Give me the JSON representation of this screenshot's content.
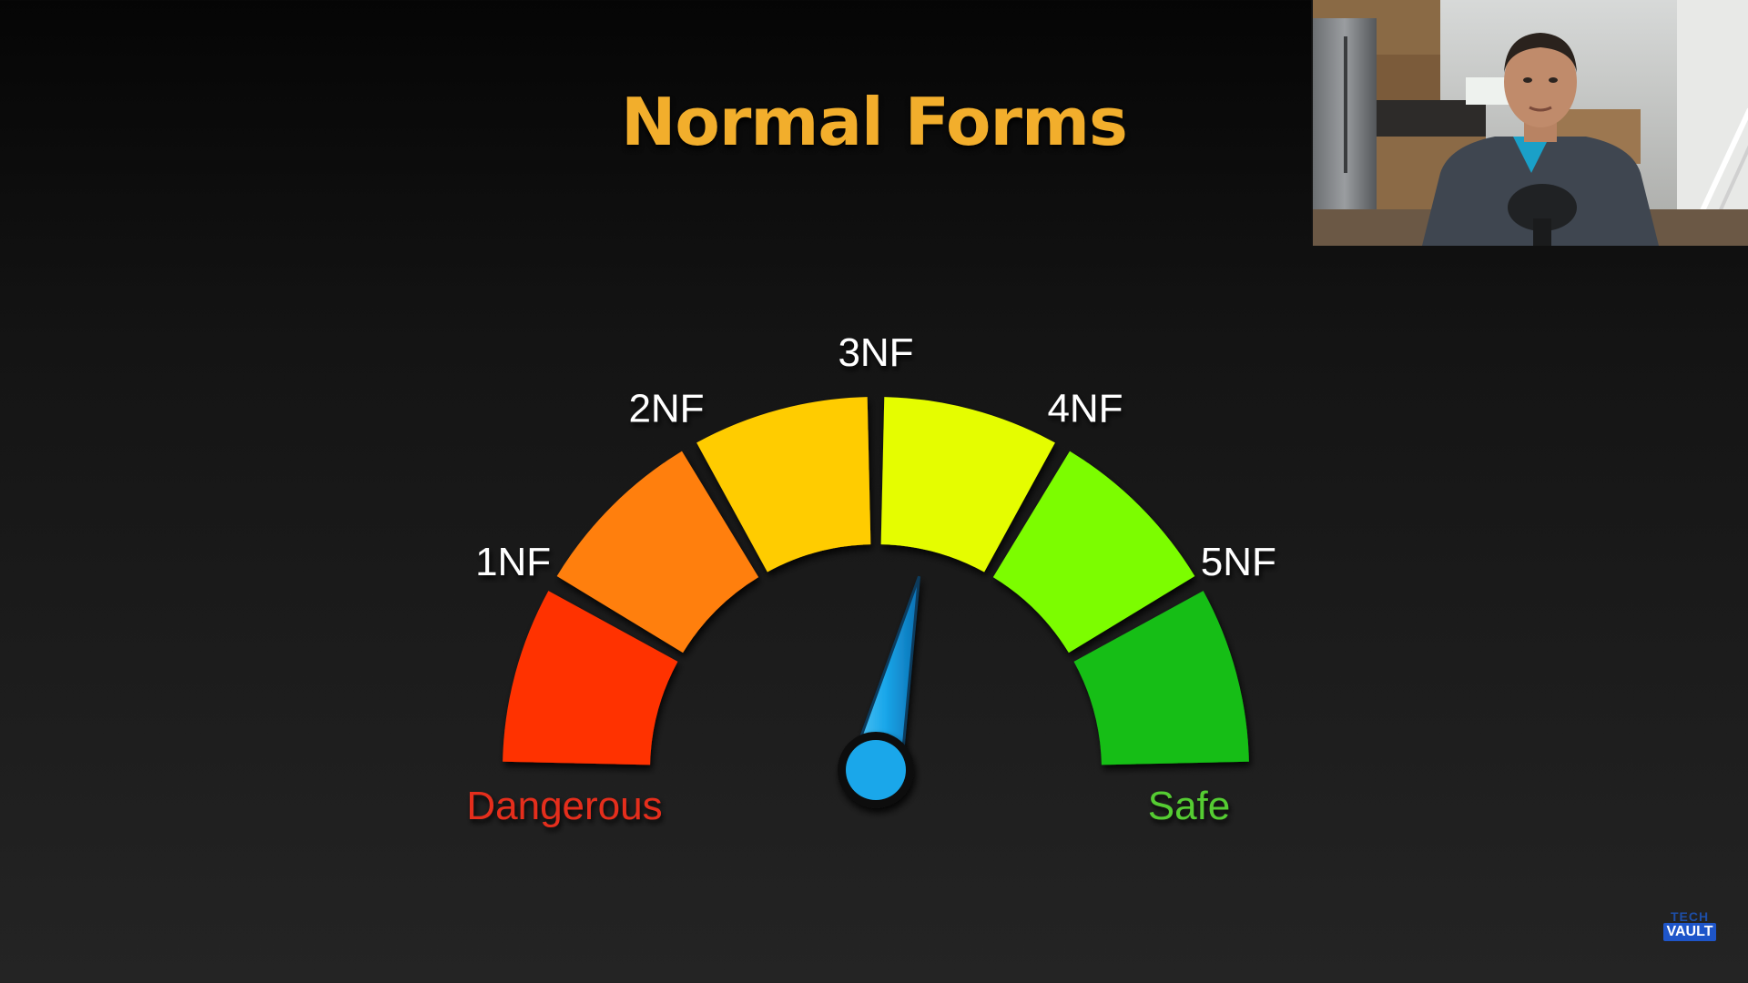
{
  "slide": {
    "title": "Normal Forms"
  },
  "gauge": {
    "segments": [
      {
        "label": "1NF",
        "color": "#ff3300"
      },
      {
        "label": "2NF",
        "color": "#ff7f0a"
      },
      {
        "label": "3NF",
        "color": "#ffcc05"
      },
      {
        "label": "4NF",
        "color": "#e5fd06"
      },
      {
        "label": "5NF",
        "color": "#7cfd00"
      },
      {
        "label": "",
        "color": "#16be16"
      }
    ],
    "pointer_value": 0.57,
    "pointer_color": "#1aa7ea",
    "start_label": "Dangerous",
    "start_label_color": "#e52f1e",
    "end_label": "Safe",
    "end_label_color": "#55cc33"
  },
  "watermark": {
    "line1": "TECH",
    "line2": "VAULT"
  }
}
